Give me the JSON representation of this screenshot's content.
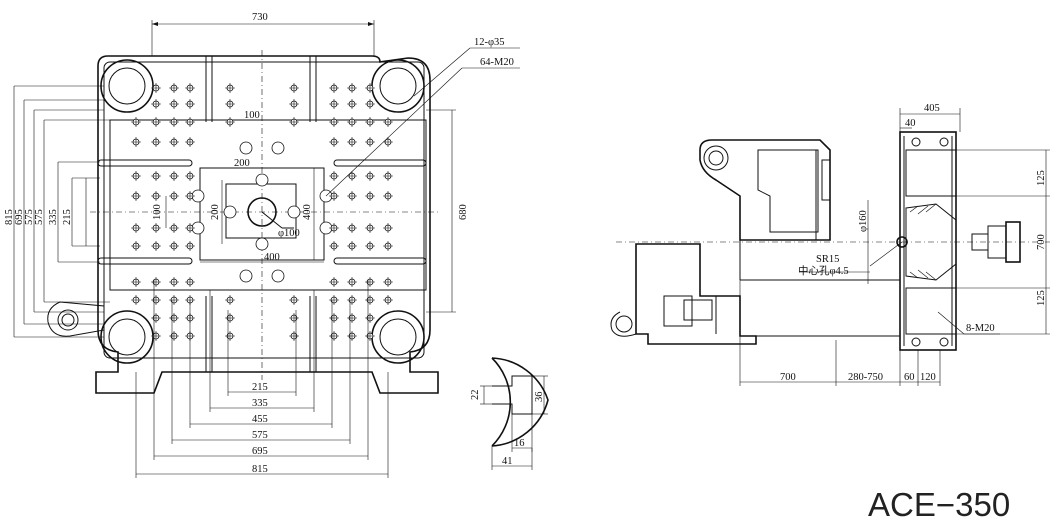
{
  "model": "ACE−350",
  "platen": {
    "top_width": "730",
    "callout_tiebar": "12-φ35",
    "callout_thread": "64-M20",
    "left_heights": [
      "815",
      "695",
      "575",
      "575",
      "335",
      "215"
    ],
    "right_height": "680",
    "inner_v1": "100",
    "inner_v2": "200",
    "inner_v3": "400",
    "inner_h1": "100",
    "inner_h2": "200",
    "inner_h3": "400",
    "center_hole": "φ100",
    "bottom_dims": [
      "215",
      "335",
      "455",
      "575",
      "695",
      "815"
    ]
  },
  "slot_detail": {
    "h1": "22",
    "h2": "36",
    "w1": "16",
    "w2": "41"
  },
  "side": {
    "top_dim": "405",
    "top_dim2": "40",
    "dia": "φ160",
    "sr": "SR15",
    "center_hole": "中心孔φ4.5",
    "right_dims": [
      "125",
      "700",
      "125"
    ],
    "thread": "8-M20",
    "bottom_dims": [
      "700",
      "280-750",
      "60",
      "120"
    ]
  }
}
